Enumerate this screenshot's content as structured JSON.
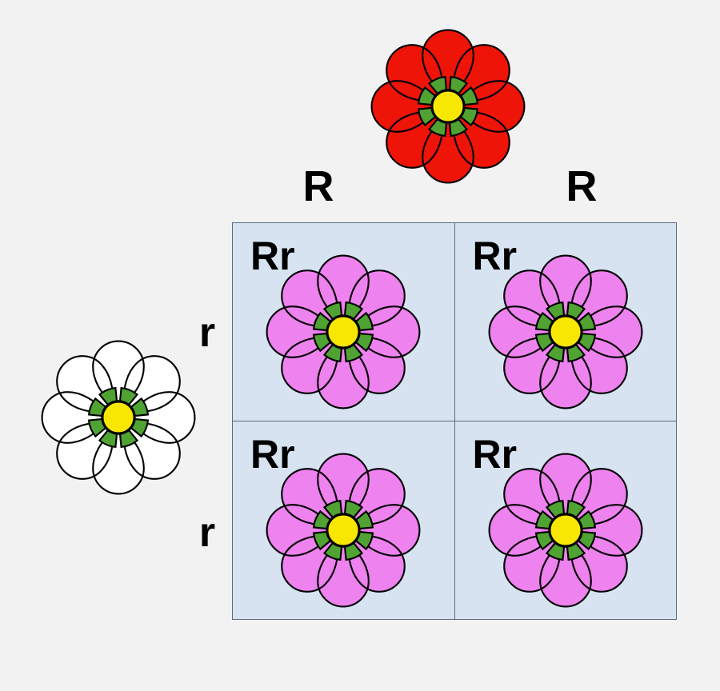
{
  "colors": {
    "petal_red": "#ee1408",
    "petal_white": "#ffffff",
    "petal_pink": "#ee82ee",
    "flower_green": "#50a333",
    "flower_yellow": "#f8e703",
    "cell_bg": "#d7e3f1",
    "grid_line": "#5a6b7c",
    "page_bg": "#f2f2f2",
    "text": "#000000"
  },
  "punnett": {
    "col_headers": [
      "R",
      "R"
    ],
    "row_headers": [
      "r",
      "r"
    ],
    "cells": [
      {
        "genotype": "Rr",
        "flower": "pink"
      },
      {
        "genotype": "Rr",
        "flower": "pink"
      },
      {
        "genotype": "Rr",
        "flower": "pink"
      },
      {
        "genotype": "Rr",
        "flower": "pink"
      }
    ]
  },
  "parents": {
    "top": {
      "flower": "red",
      "alleles": "RR"
    },
    "left": {
      "flower": "white",
      "alleles": "rr"
    }
  }
}
